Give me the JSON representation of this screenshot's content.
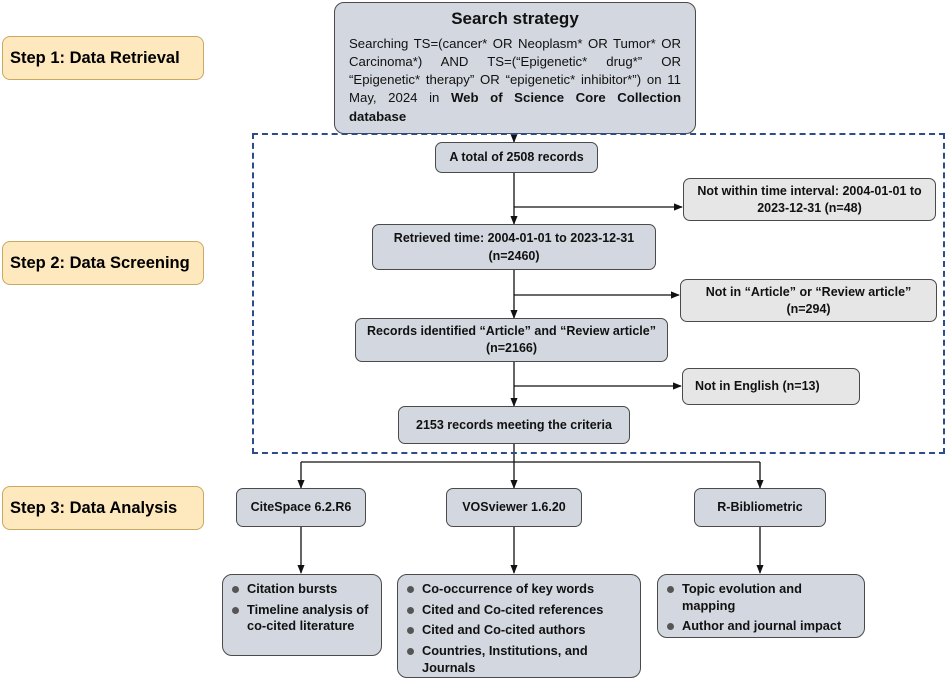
{
  "steps": {
    "retrieval": "Step 1: Data Retrieval",
    "screening": "Step 2: Data Screening",
    "analysis": "Step 3: Data Analysis"
  },
  "search": {
    "title": "Search strategy",
    "query_line": "Searching TS=(cancer* OR Neoplasm* OR Tumor* OR Carcinoma*) AND TS=(“Epigenetic* drug*” OR “Epigenetic* therapy” OR “epigenetic* inhibitor*”) on 11 May, 2024 in",
    "database": "Web of Science Core Collection database"
  },
  "screening": {
    "total": "A total of 2508 records",
    "excluded_time": "Not within time interval: 2004-01-01 to 2023-12-31 (n=48)",
    "retrieved_time": "Retrieved time: 2004-01-01 to 2023-12-31",
    "retrieved_n": "(n=2460)",
    "excluded_type": "Not in “Article” or “Review article”",
    "excluded_type_n": "(n=294)",
    "identified": "Records identified “Article” and “Review article”",
    "identified_n": "(n=2166)",
    "excluded_language": "Not in English (n=13)",
    "meeting": "2153 records meeting the criteria"
  },
  "tools": {
    "citespace": {
      "name": "CiteSpace 6.2.R6",
      "items": [
        "Citation bursts",
        "Timeline analysis of co-cited literature"
      ]
    },
    "vosviewer": {
      "name": "VOSviewer 1.6.20",
      "items": [
        "Co-occurrence of key words",
        "Cited and Co-cited references",
        "Cited and Co-cited authors",
        "Countries, Institutions, and Journals"
      ]
    },
    "rbiblio": {
      "name": "R-Bibliometric",
      "items": [
        "Topic evolution and mapping",
        "Author and journal impact"
      ]
    }
  },
  "colors": {
    "step_fill": "#fde9bd",
    "box_fill": "#d3d8e0",
    "exclusion_fill": "#e6e6e6",
    "dashed_border": "#2d4c8c",
    "arrow": "#111111"
  }
}
